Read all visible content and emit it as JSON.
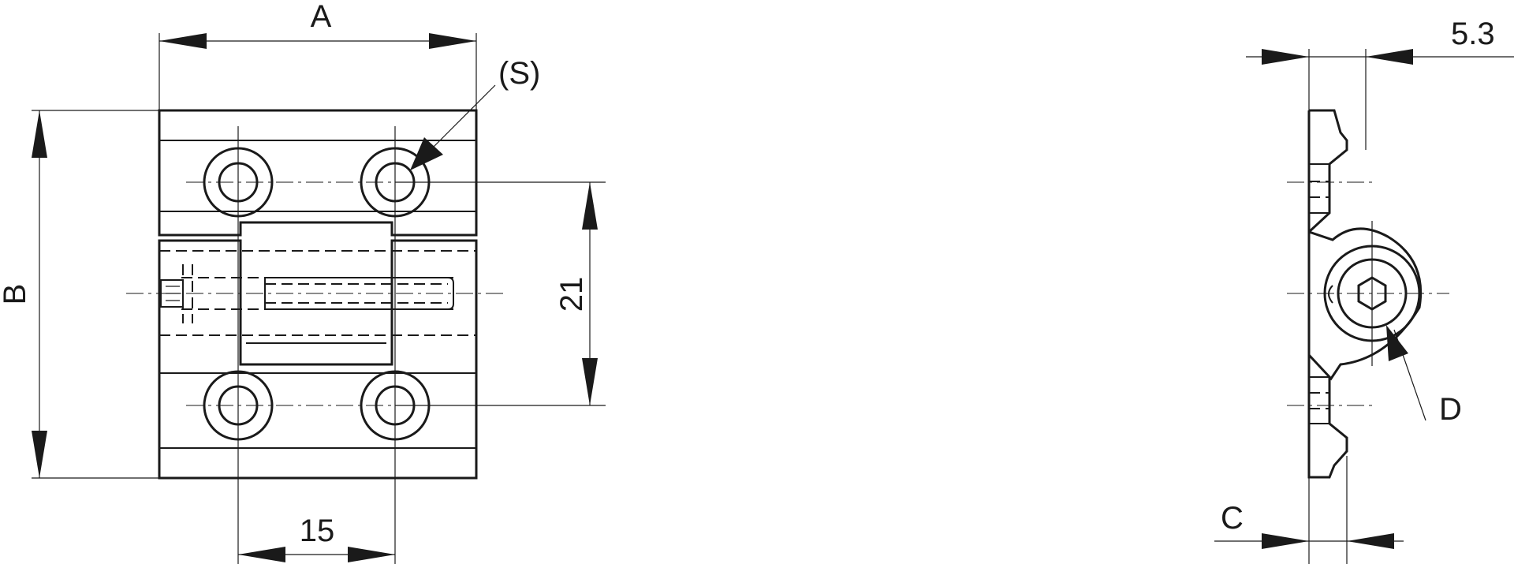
{
  "labels": {
    "dim_a": "A",
    "dim_b": "B",
    "dim_c": "C",
    "dim_d": "D",
    "screw_s": "(S)",
    "dim_21": "21",
    "dim_15": "15",
    "dim_53": "5.3"
  },
  "colors": {
    "line": "#1a1a1a",
    "background": "#ffffff"
  }
}
